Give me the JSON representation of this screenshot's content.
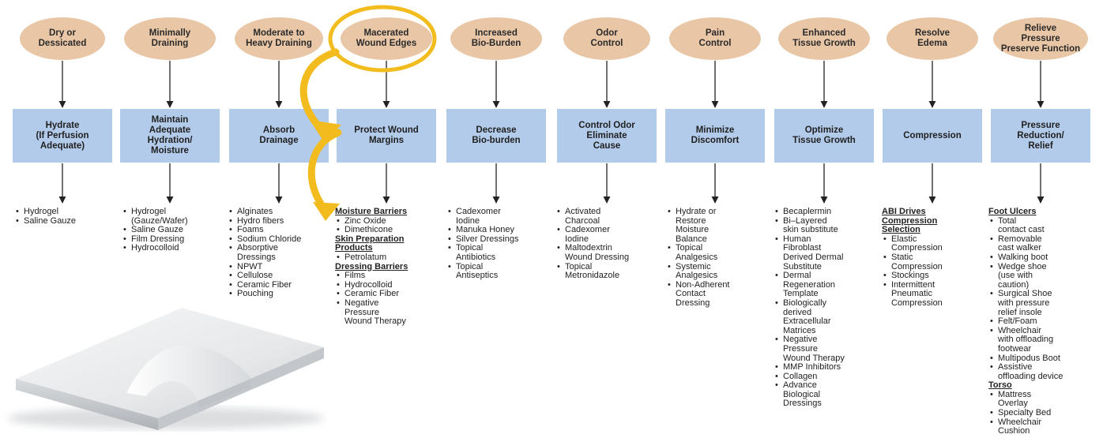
{
  "columns": [
    {
      "id": "dry",
      "problem": "Dry or\nDessicated",
      "goal": "Hydrate\n(If Perfusion\nAdequate)",
      "items": [
        {
          "type": "item",
          "text": "Hydrogel"
        },
        {
          "type": "item",
          "text": "Saline Gauze"
        }
      ]
    },
    {
      "id": "minimal",
      "problem": "Minimally\nDraining",
      "goal": "Maintain\nAdequate\nHydration/\nMoisture",
      "items": [
        {
          "type": "item",
          "text": "Hydrogel\n(Gauze/Wafer)"
        },
        {
          "type": "item",
          "text": "Saline Gauze"
        },
        {
          "type": "item",
          "text": "Film Dressing"
        },
        {
          "type": "item",
          "text": "Hydrocolloid"
        }
      ]
    },
    {
      "id": "heavy",
      "problem": "Moderate to\nHeavy Draining",
      "goal": "Absorb\nDrainage",
      "items": [
        {
          "type": "item",
          "text": "Alginates"
        },
        {
          "type": "item",
          "text": "Hydro fibers"
        },
        {
          "type": "item",
          "text": "Foams"
        },
        {
          "type": "item",
          "text": "Sodium Chloride"
        },
        {
          "type": "item",
          "text": "Absorptive\nDressings"
        },
        {
          "type": "item",
          "text": "NPWT"
        },
        {
          "type": "item",
          "text": "Cellulose"
        },
        {
          "type": "item",
          "text": "Ceramic Fiber"
        },
        {
          "type": "item",
          "text": "Pouching"
        }
      ]
    },
    {
      "id": "macerated",
      "problem": "Macerated\nWound Edges",
      "goal": "Protect Wound\nMargins",
      "items": [
        {
          "type": "head",
          "text": "Moisture Barriers"
        },
        {
          "type": "item",
          "text": "Zinc Oxide"
        },
        {
          "type": "item",
          "text": "Dimethicone"
        },
        {
          "type": "head",
          "text": "Skin Preparation\nProducts"
        },
        {
          "type": "item",
          "text": "Petrolatum"
        },
        {
          "type": "head",
          "text": "Dressing Barriers"
        },
        {
          "type": "item",
          "text": "Films"
        },
        {
          "type": "item",
          "text": "Hydrocolloid"
        },
        {
          "type": "item",
          "text": "Ceramic Fiber"
        },
        {
          "type": "item",
          "text": "Negative\nPressure\nWound Therapy"
        }
      ]
    },
    {
      "id": "bioburden",
      "problem": "Increased\nBio-Burden",
      "goal": "Decrease\nBio-burden",
      "items": [
        {
          "type": "item",
          "text": "Cadexomer\nIodine"
        },
        {
          "type": "item",
          "text": "Manuka Honey"
        },
        {
          "type": "item",
          "text": "Silver Dressings"
        },
        {
          "type": "item",
          "text": "Topical\nAntibiotics"
        },
        {
          "type": "item",
          "text": "Topical\nAntiseptics"
        }
      ]
    },
    {
      "id": "odor",
      "problem": "Odor\nControl",
      "goal": "Control Odor\nEliminate\nCause",
      "items": [
        {
          "type": "item",
          "text": "Activated\nCharcoal"
        },
        {
          "type": "item",
          "text": "Cadexomer\nIodine"
        },
        {
          "type": "item",
          "text": "Maltodextrin\nWound Dressing"
        },
        {
          "type": "item",
          "text": "Topical\nMetronidazole"
        }
      ]
    },
    {
      "id": "pain",
      "problem": "Pain\nControl",
      "goal": "Minimize\nDiscomfort",
      "items": [
        {
          "type": "item",
          "text": "Hydrate or\nRestore\nMoisture\nBalance"
        },
        {
          "type": "item",
          "text": "Topical\nAnalgesics"
        },
        {
          "type": "item",
          "text": "Systemic\nAnalgesics"
        },
        {
          "type": "item",
          "text": "Non-Adherent\nContact\nDressing"
        }
      ]
    },
    {
      "id": "growth",
      "problem": "Enhanced\nTissue Growth",
      "goal": "Optimize\nTissue Growth",
      "items": [
        {
          "type": "item",
          "text": "Becaplermin"
        },
        {
          "type": "item",
          "text": "Bi–Layered\nskin substitute"
        },
        {
          "type": "item",
          "text": "Human\nFibroblast\nDerived Dermal\nSubstitute"
        },
        {
          "type": "item",
          "text": "Dermal\nRegeneration\nTemplate"
        },
        {
          "type": "item",
          "text": "Biologically\nderived\nExtracellular\nMatrices"
        },
        {
          "type": "item",
          "text": "Negative\nPressure\nWound Therapy"
        },
        {
          "type": "item",
          "text": "MMP Inhibitors"
        },
        {
          "type": "item",
          "text": "Collagen"
        },
        {
          "type": "item",
          "text": "Advance\nBiological\nDressings"
        }
      ]
    },
    {
      "id": "edema",
      "problem": "Resolve\nEdema",
      "goal": "Compression",
      "items": [
        {
          "type": "head",
          "text": "ABI Drives\nCompression\nSelection"
        },
        {
          "type": "item",
          "text": "Elastic\nCompression"
        },
        {
          "type": "item",
          "text": "Static\nCompression"
        },
        {
          "type": "item",
          "text": "Stockings"
        },
        {
          "type": "item",
          "text": "Intermittent\nPneumatic\nCompression"
        }
      ]
    },
    {
      "id": "pressure",
      "problem": "Relieve\nPressure\nPreserve Function",
      "goal": "Pressure\nReduction/\nRelief",
      "items": [
        {
          "type": "head",
          "text": "Foot Ulcers"
        },
        {
          "type": "item",
          "text": "Total\ncontact cast"
        },
        {
          "type": "item",
          "text": "Removable\ncast walker"
        },
        {
          "type": "item",
          "text": "Walking boot"
        },
        {
          "type": "item",
          "text": "Wedge shoe\n(use with\ncaution)"
        },
        {
          "type": "item",
          "text": "Surgical Shoe\nwith pressure\nrelief insole"
        },
        {
          "type": "item",
          "text": "Felt/Foam"
        },
        {
          "type": "item",
          "text": "Wheelchair\nwith offloading\nfootwear"
        },
        {
          "type": "item",
          "text": "Multipodus Boot"
        },
        {
          "type": "item",
          "text": "Assistive\noffloading device"
        },
        {
          "type": "head",
          "text": "Torso"
        },
        {
          "type": "item",
          "text": "Mattress\nOverlay"
        },
        {
          "type": "item",
          "text": "Specialty Bed"
        },
        {
          "type": "item",
          "text": "Wheelchair\nCushion"
        }
      ]
    }
  ],
  "colors": {
    "oval": "#e9c6a5",
    "box": "#b3cbea",
    "highlight": "#f2bb1e",
    "arrow": "#222222"
  }
}
